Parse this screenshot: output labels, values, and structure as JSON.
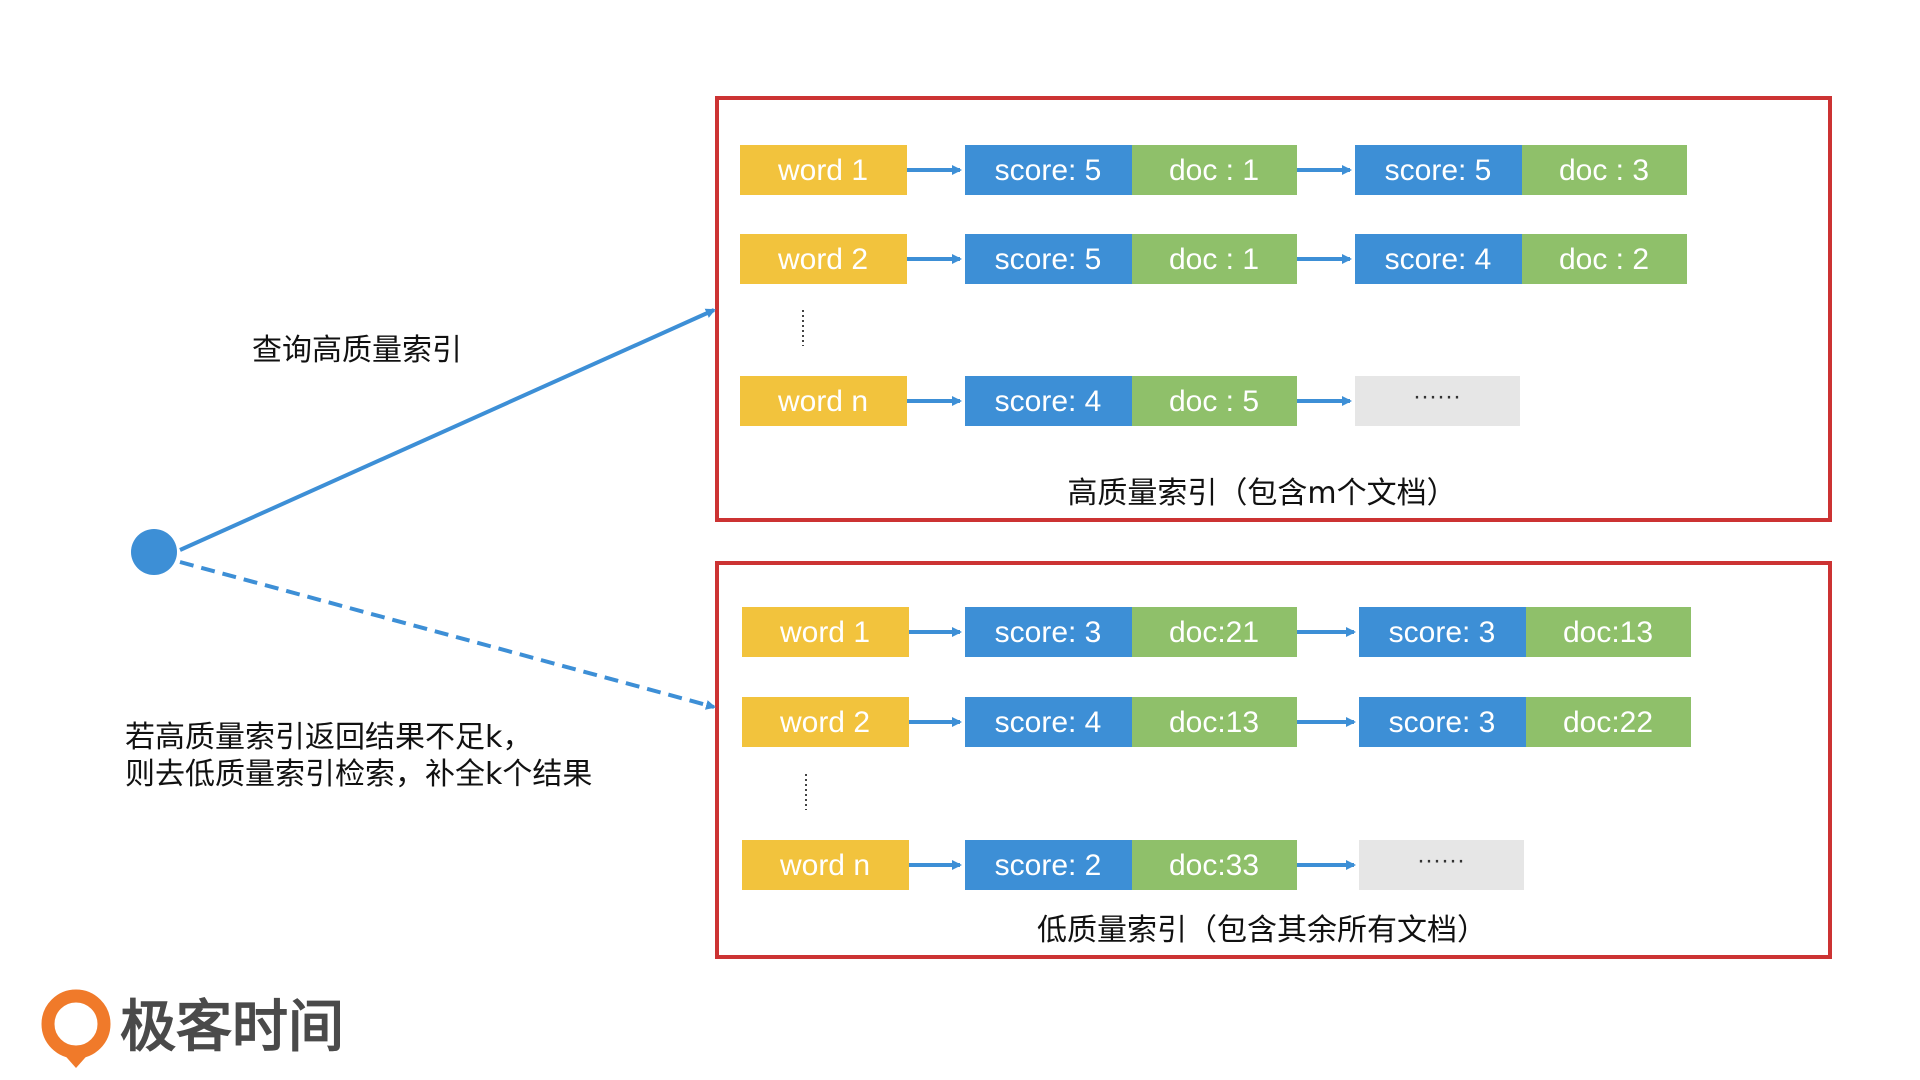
{
  "colors": {
    "word": "#f2c33d",
    "score": "#3d8fd6",
    "doc": "#8fc06a",
    "ellipsis_box": "#e6e6e6",
    "frame": "#cc3333",
    "arrow": "#3d8fd6",
    "logo_orange": "#f07a2a"
  },
  "annotations": {
    "query_high": "查询高质量索引",
    "fallback_line1": "若高质量索引返回结果不足k，",
    "fallback_line2": "则去低质量索引检索，补全k个结果"
  },
  "high_index": {
    "caption": "高质量索引（包含m个文档）",
    "rows": [
      {
        "word": "word 1",
        "postings": [
          {
            "score": "score: 5",
            "doc": "doc : 1"
          },
          {
            "score": "score: 5",
            "doc": "doc : 3"
          }
        ],
        "more": false
      },
      {
        "word": "word 2",
        "postings": [
          {
            "score": "score: 5",
            "doc": "doc : 1"
          },
          {
            "score": "score: 4",
            "doc": "doc : 2"
          }
        ],
        "more": false
      },
      {
        "word": "word n",
        "postings": [
          {
            "score": "score: 4",
            "doc": "doc : 5"
          }
        ],
        "more": true,
        "more_text": "······"
      }
    ]
  },
  "low_index": {
    "caption": "低质量索引（包含其余所有文档）",
    "rows": [
      {
        "word": "word 1",
        "postings": [
          {
            "score": "score: 3",
            "doc": "doc:21"
          },
          {
            "score": "score: 3",
            "doc": "doc:13"
          }
        ],
        "more": false
      },
      {
        "word": "word 2",
        "postings": [
          {
            "score": "score: 4",
            "doc": "doc:13"
          },
          {
            "score": "score: 3",
            "doc": "doc:22"
          }
        ],
        "more": false
      },
      {
        "word": "word n",
        "postings": [
          {
            "score": "score: 2",
            "doc": "doc:33"
          }
        ],
        "more": true,
        "more_text": "······"
      }
    ]
  },
  "logo": {
    "text": "极客时间"
  }
}
